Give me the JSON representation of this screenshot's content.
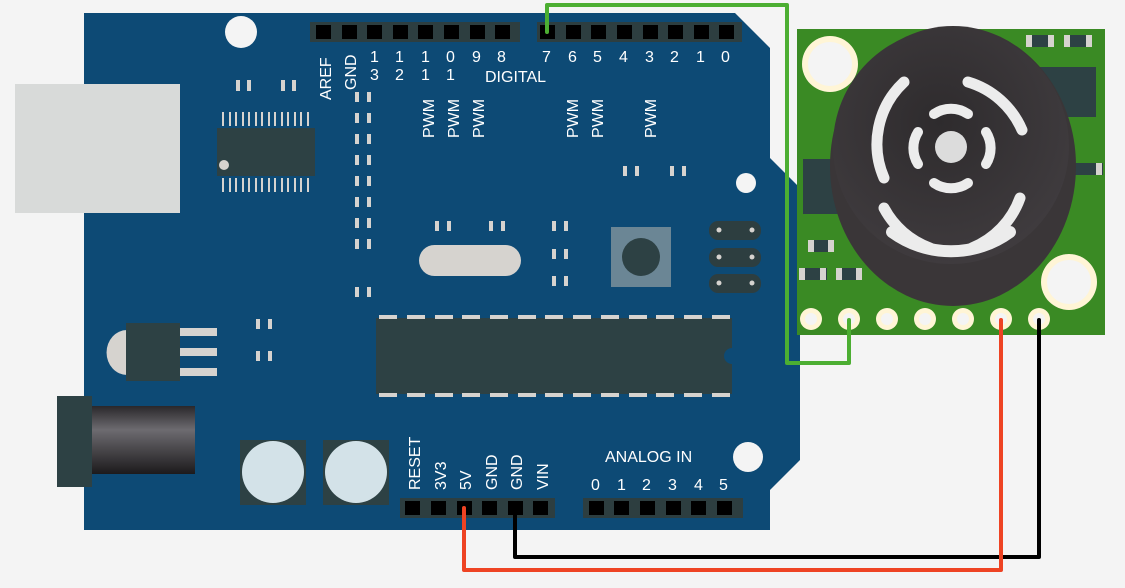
{
  "colors": {
    "background": "#f4f4f4",
    "arduino_board": "#0d4a75",
    "header_strip": "#2d3e40",
    "pin_socket": "#000000",
    "chip": "#2d4144",
    "pad": "#d6d3cf",
    "sensor_board": "#3a8a24",
    "sensor_pad": "#fff5d6",
    "sensor_body": "#3a3638",
    "wire_signal": "#4cae32",
    "wire_power": "#ee4323",
    "wire_ground": "#000000"
  },
  "arduino": {
    "name": "Arduino Uno",
    "digital_label": "DIGITAL",
    "digital_pins_left": [
      {
        "label": "AREF",
        "rotated": true
      },
      {
        "label": "GND",
        "rotated": true
      },
      {
        "label": "1\n3"
      },
      {
        "label": "1\n2"
      },
      {
        "label": "1\n1"
      },
      {
        "label": "1\n0"
      },
      {
        "label": "9"
      },
      {
        "label": "8"
      }
    ],
    "digital_pins_right": [
      "7",
      "6",
      "5",
      "4",
      "3",
      "2",
      "1",
      "0"
    ],
    "pwm_label": "PWM",
    "pwm_pins": [
      "11",
      "10",
      "9",
      "6",
      "5",
      "3"
    ],
    "power_pins": [
      "RESET",
      "3V3",
      "5V",
      "GND",
      "GND",
      "VIN"
    ],
    "analog_label": "ANALOG IN",
    "analog_pins": [
      "0",
      "1",
      "2",
      "3",
      "4",
      "5"
    ]
  },
  "sensor": {
    "name": "Ultrasonic Range Sensor",
    "pin_count": 7
  },
  "wires": [
    {
      "name": "signal",
      "from": "Arduino D7",
      "to": "Sensor pin 2",
      "color": "#4cae32"
    },
    {
      "name": "power",
      "from": "Arduino 5V",
      "to": "Sensor pin 6",
      "color": "#ee4323"
    },
    {
      "name": "ground",
      "from": "Arduino GND",
      "to": "Sensor pin 7",
      "color": "#000000"
    }
  ]
}
